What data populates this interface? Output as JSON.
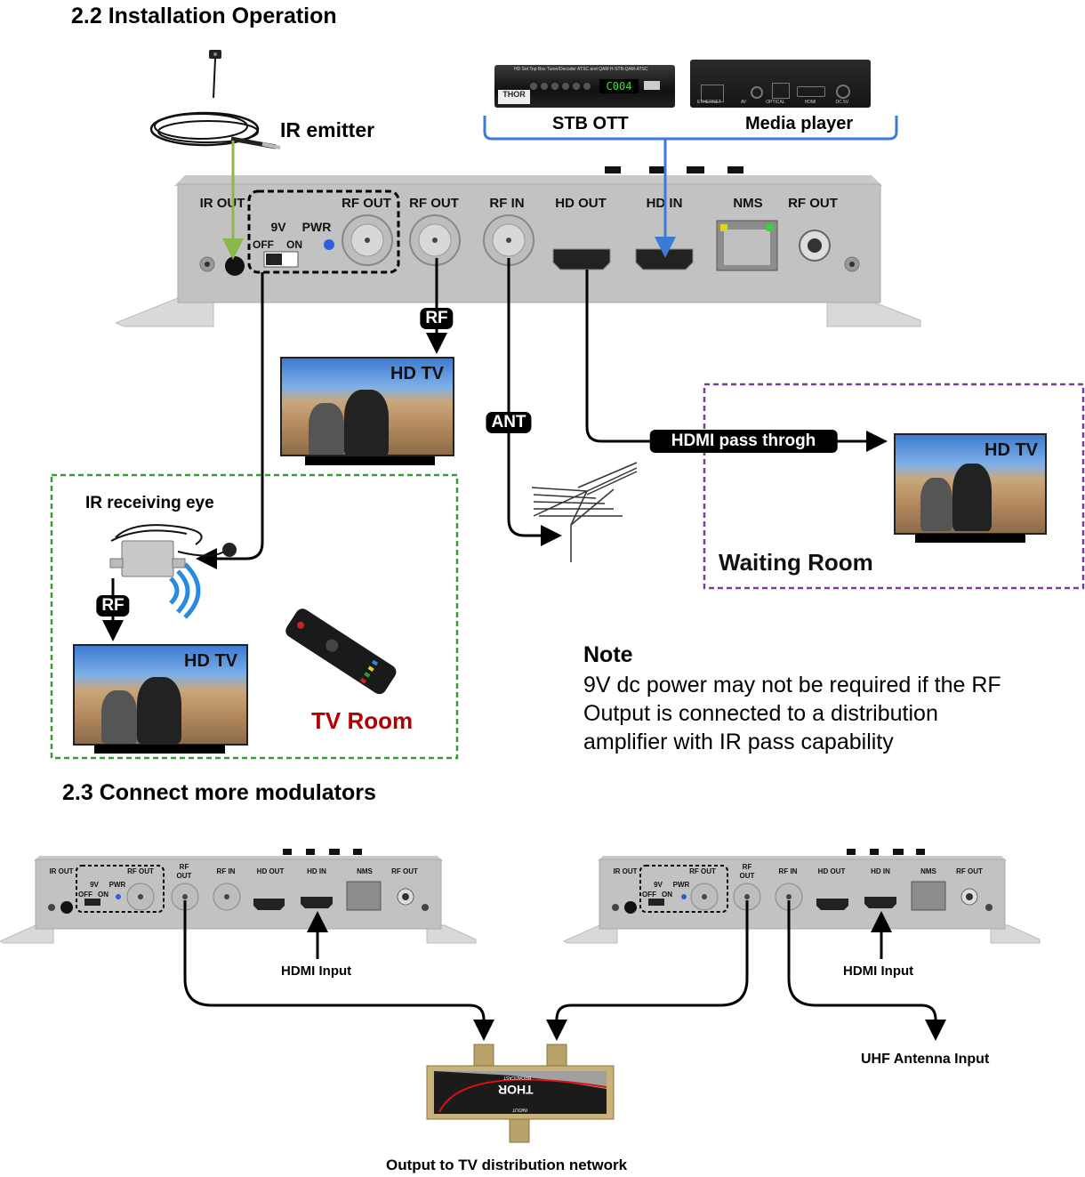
{
  "section_22": {
    "title": "2.2 Installation Operation",
    "ir_emitter_label": "IR emitter",
    "sources": {
      "stb_label": "STB OTT",
      "stb_screen": "C004",
      "stb_brand": "THOR",
      "stb_caption": "HD Set Top Box Tuner/Decoder ATSC and QAM  H-STB-QAM-ATSC",
      "media_player_label": "Media player",
      "media_player_ports": [
        "ETHERNET",
        "AV",
        "OPTICAL",
        "HDMI",
        "DC 5V"
      ]
    },
    "panel": {
      "ports": [
        "IR OUT",
        "RF OUT",
        "RF OUT",
        "RF IN",
        "HD OUT",
        "HD IN",
        "NMS",
        "RF OUT"
      ],
      "power_label": "9V",
      "pwr_label": "PWR",
      "switch_off": "OFF",
      "switch_on": "ON"
    },
    "connections": {
      "rf_tag": "RF",
      "ant_tag": "ANT",
      "hdmi_pass_tag": "HDMI pass throgh"
    },
    "hd_tv_label": "HD TV",
    "tv_room": {
      "title": "TV Room",
      "ir_eye_label": "IR receiving eye",
      "rf_tag": "RF",
      "tv_label": "HD TV"
    },
    "waiting_room": {
      "title": "Waiting Room",
      "tv_label": "HD TV"
    },
    "note": {
      "heading": "Note",
      "lines": [
        "9V dc power may not be required if the RF",
        "Output is connected to a distribution",
        "amplifier with IR pass capability"
      ]
    },
    "colors": {
      "ir_line": "#8ab84a",
      "hdmi_source_line": "#3a7bd5",
      "tv_room_border": "#3a9a3a",
      "waiting_room_border": "#7a3a9e",
      "tv_room_title": "#b00000",
      "pwr_led": "#2a5fe0"
    }
  },
  "section_23": {
    "title": "2.3 Connect more modulators",
    "panel_ports": [
      "IR OUT",
      "RF OUT",
      "RF",
      "OUT",
      "RF IN",
      "HD OUT",
      "HD IN",
      "NMS",
      "RF OUT"
    ],
    "power_label": "9V",
    "pwr_label": "PWR",
    "switch_off": "OFF",
    "switch_on": "ON",
    "hdmi_input_left": "HDMI Input",
    "hdmi_input_right": "HDMI Input",
    "uhf_antenna": "UHF Antenna Input",
    "splitter_brand": "THOR",
    "splitter_sub": "BROADCAST",
    "splitter_port": "IN/OUT",
    "output_label": "Output to TV distribution network"
  }
}
